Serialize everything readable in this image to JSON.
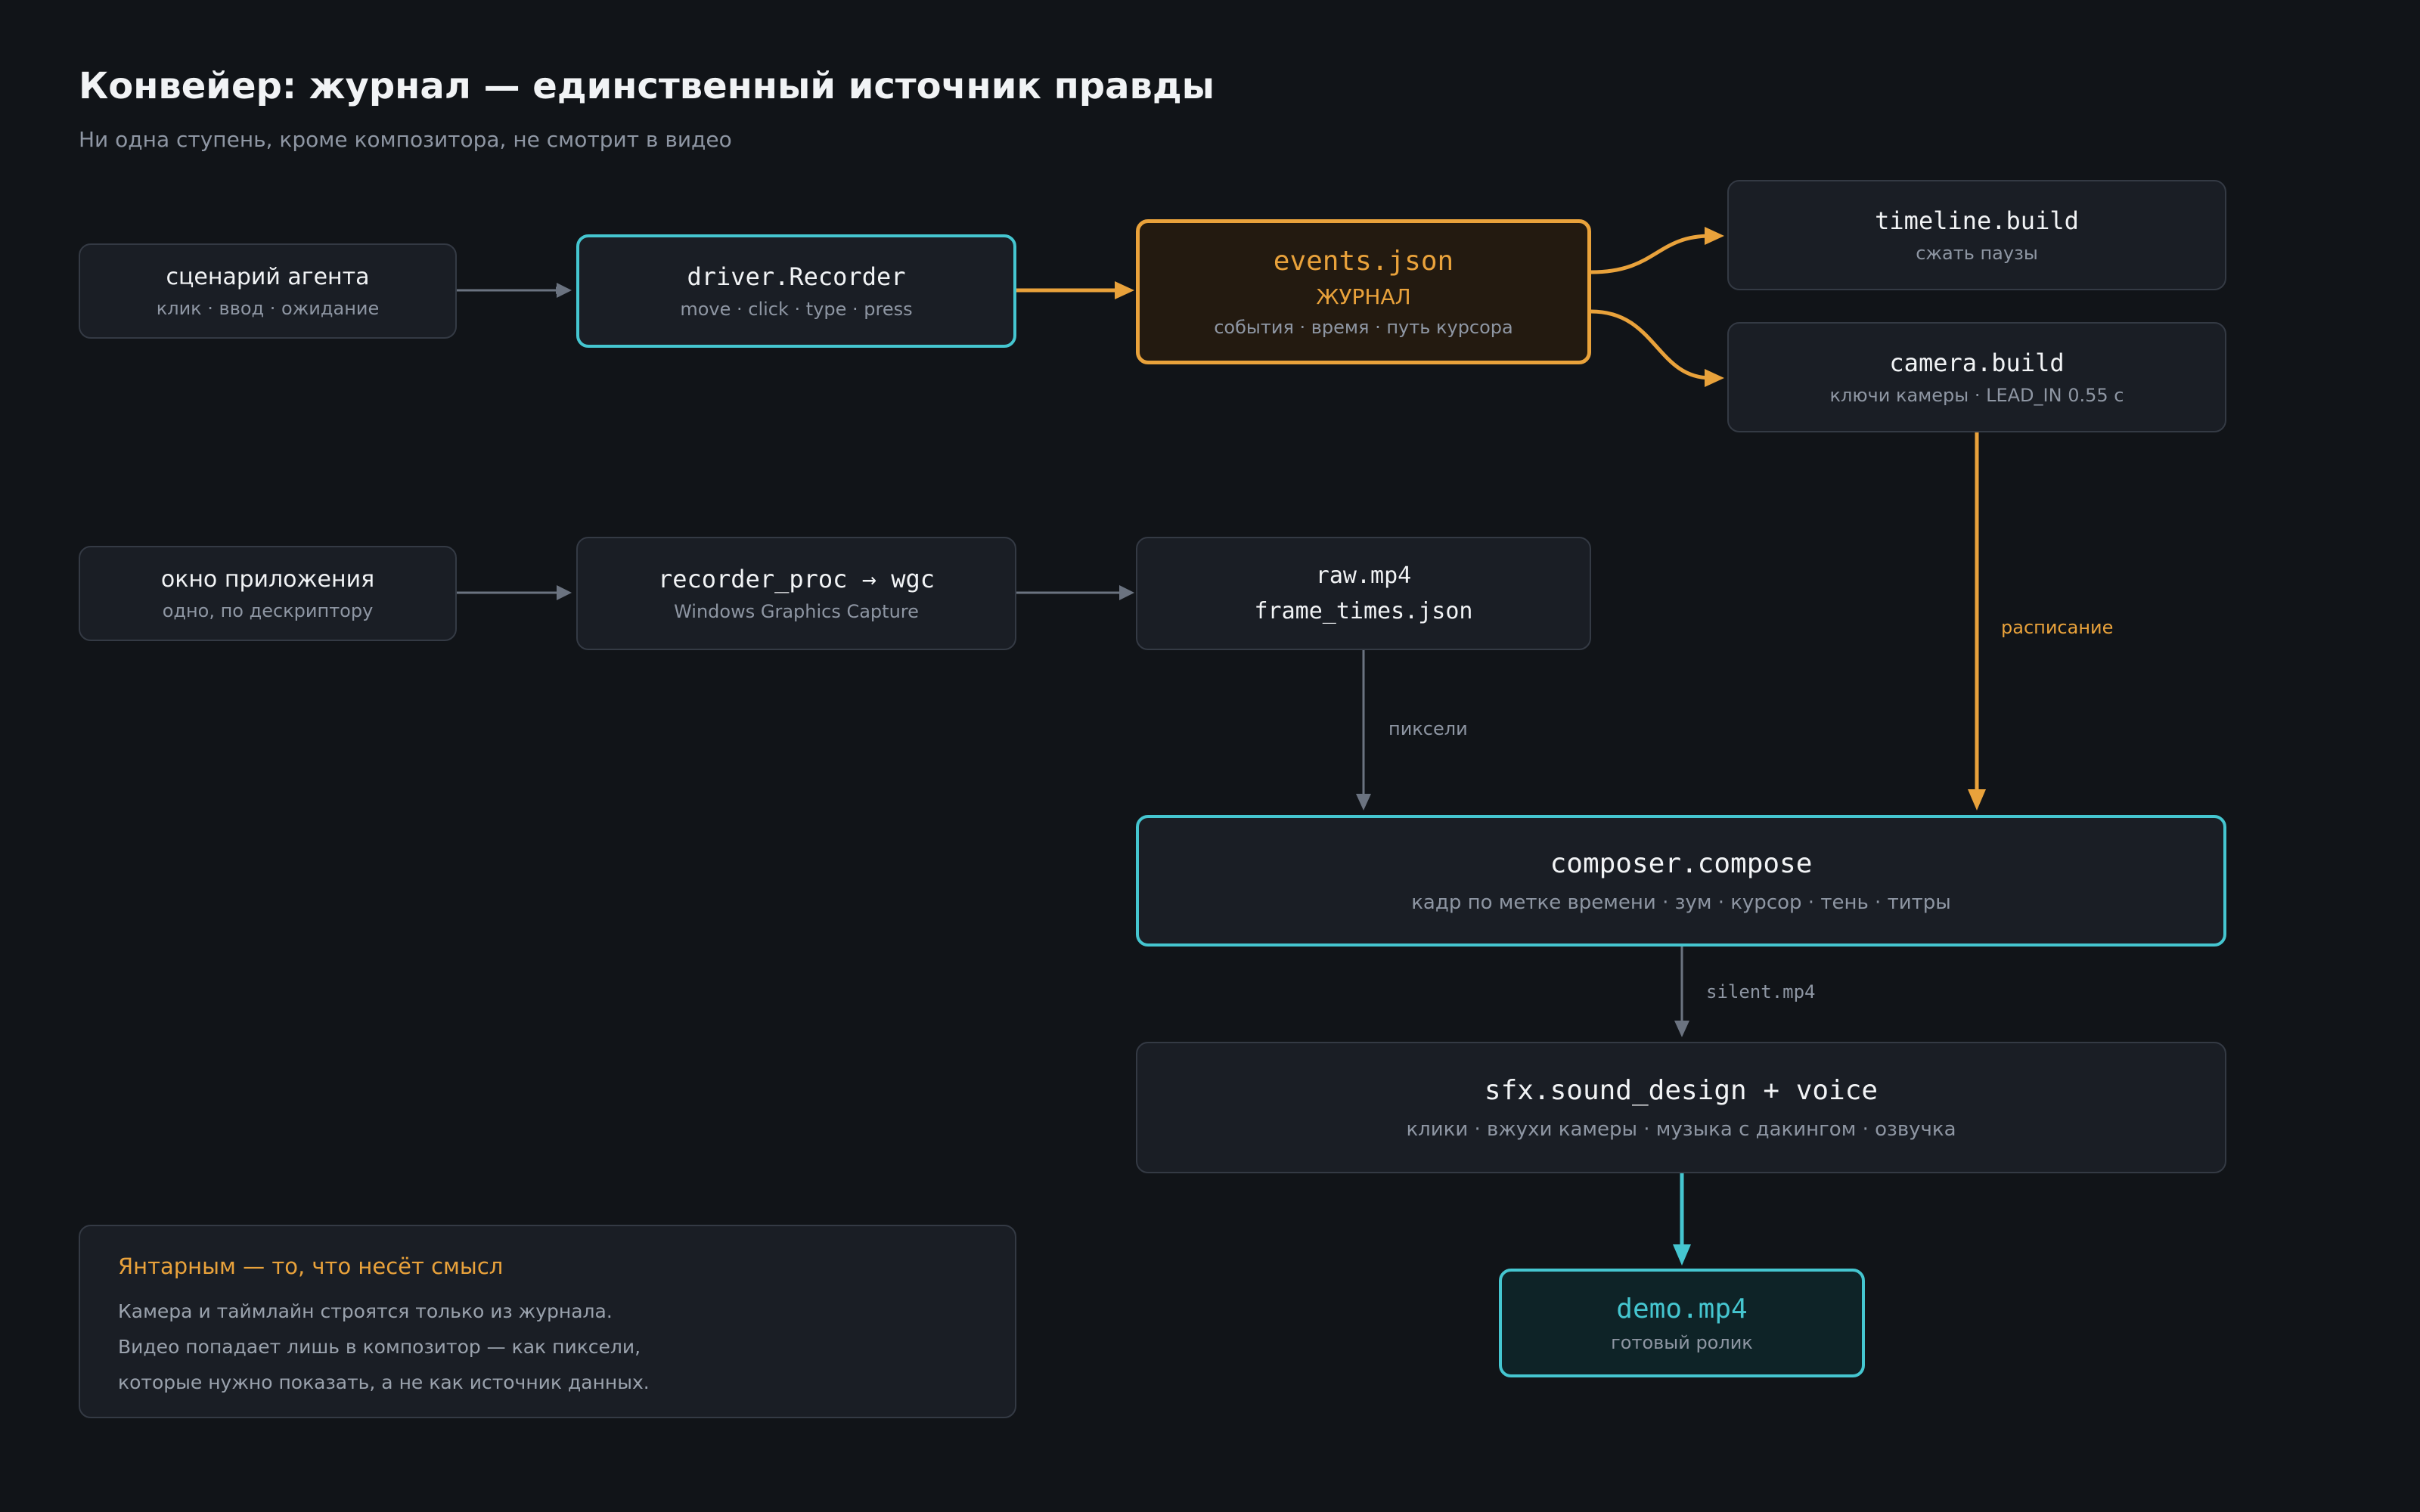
{
  "header": {
    "title": "Конвейер: журнал — единственный источник правды",
    "subtitle": "Ни одна ступень, кроме композитора, не смотрит в видео"
  },
  "nodes": {
    "agent_script": {
      "title": "сценарий агента",
      "sub": "клик · ввод · ожидание"
    },
    "driver_recorder": {
      "title": "driver.Recorder",
      "sub": "move · click · type · press"
    },
    "events_json": {
      "title": "events.json",
      "tag": "ЖУРНАЛ",
      "sub": "события · время · путь курсора"
    },
    "timeline_build": {
      "title": "timeline.build",
      "sub": "сжать паузы"
    },
    "camera_build": {
      "title": "camera.build",
      "sub": "ключи камеры · LEAD_IN 0.55 с"
    },
    "app_window": {
      "title": "окно приложения",
      "sub": "одно, по дескриптору"
    },
    "recorder_proc": {
      "title": "recorder_proc → wgc",
      "sub": "Windows Graphics Capture"
    },
    "raw_mp4": {
      "line1": "raw.mp4",
      "line2": "frame_times.json"
    },
    "composer": {
      "title": "composer.compose",
      "sub": "кадр по метке времени · зум · курсор · тень · титры"
    },
    "sfx": {
      "title": "sfx.sound_design + voice",
      "sub": "клики · вжухи камеры · музыка с дакингом · озвучка"
    },
    "demo": {
      "title": "demo.mp4",
      "sub": "готовый ролик"
    }
  },
  "edges": {
    "pixels_label": "пиксели",
    "schedule_label": "расписание",
    "silent_label": "silent.mp4"
  },
  "legend": {
    "title": "Янтарным — то, что несёт смысл",
    "lines": [
      "Камера и таймлайн строятся только из журнала.",
      "Видео попадает лишь в композитор — как пиксели,",
      "которые нужно показать, а не как источник данных."
    ]
  },
  "colors": {
    "background": "#111418",
    "node_fill": "#1a1e25",
    "node_border": "#343a44",
    "accent_amber": "#e9a23b",
    "accent_cyan": "#45c6d0",
    "edge_gray": "#6b7380"
  }
}
